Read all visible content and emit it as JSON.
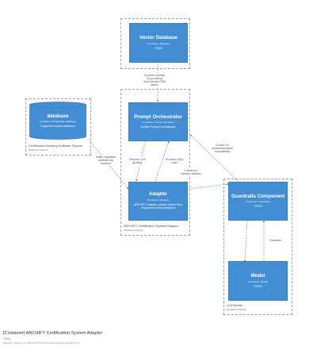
{
  "boundaries": {
    "vector": {
      "label": "",
      "type": ""
    },
    "external": {
      "label": "Certification Booking Software System",
      "type": "[Software System]"
    },
    "adapter": {
      "label": "ARCHIFY Certification System Adapter",
      "type": "[Software System]"
    },
    "llm": {
      "label": "LLM Model",
      "type": "[Software System]"
    }
  },
  "nodes": {
    "vector_db": {
      "title": "Vector Database",
      "type": "[Container: database]",
      "desc": "TODO"
    },
    "prompt": {
      "title": "Prompt Orchestrator",
      "type": "[Container: Prompt Generator]",
      "desc": "Archify Prompt Orchestrator"
    },
    "database": {
      "title": "database",
      "type": "[Container: PostgreSQL database]",
      "desc": "Ungraded exams database"
    },
    "adapter": {
      "title": "Adapter",
      "type": "[Container: Adapter]",
      "desc": "ARCHIFY Adapter, parses exams from Ungraded exams database"
    },
    "guardrails": {
      "title": "Guardrails Component",
      "type": "[Container: Guardrails]",
      "desc": "TODO"
    },
    "model": {
      "title": "Model",
      "type": "[Container: Model]",
      "desc": "TODO"
    }
  },
  "edges": {
    "enriches": "Enriches prompt\nby providing\nmost similar ERM\ntopics",
    "reads": "reads ungraded\naptitude test\nanswers",
    "returns": "Returns LLM\ngrading",
    "provides": "Provides Q&A\ntopic",
    "checks_injection": "Checks for\ninjection attacks",
    "checks_disclosure": "Checks for\ndisclosure/stereo\ncompatibility",
    "forwards": "Forwards"
  },
  "footer": {
    "title": "[Container] ARCHIFY Certification System Adapter",
    "subtitle": "TODO",
    "meta": "Saturday, January 13, 2024 at 9:59 AM Central European Standard Time"
  }
}
